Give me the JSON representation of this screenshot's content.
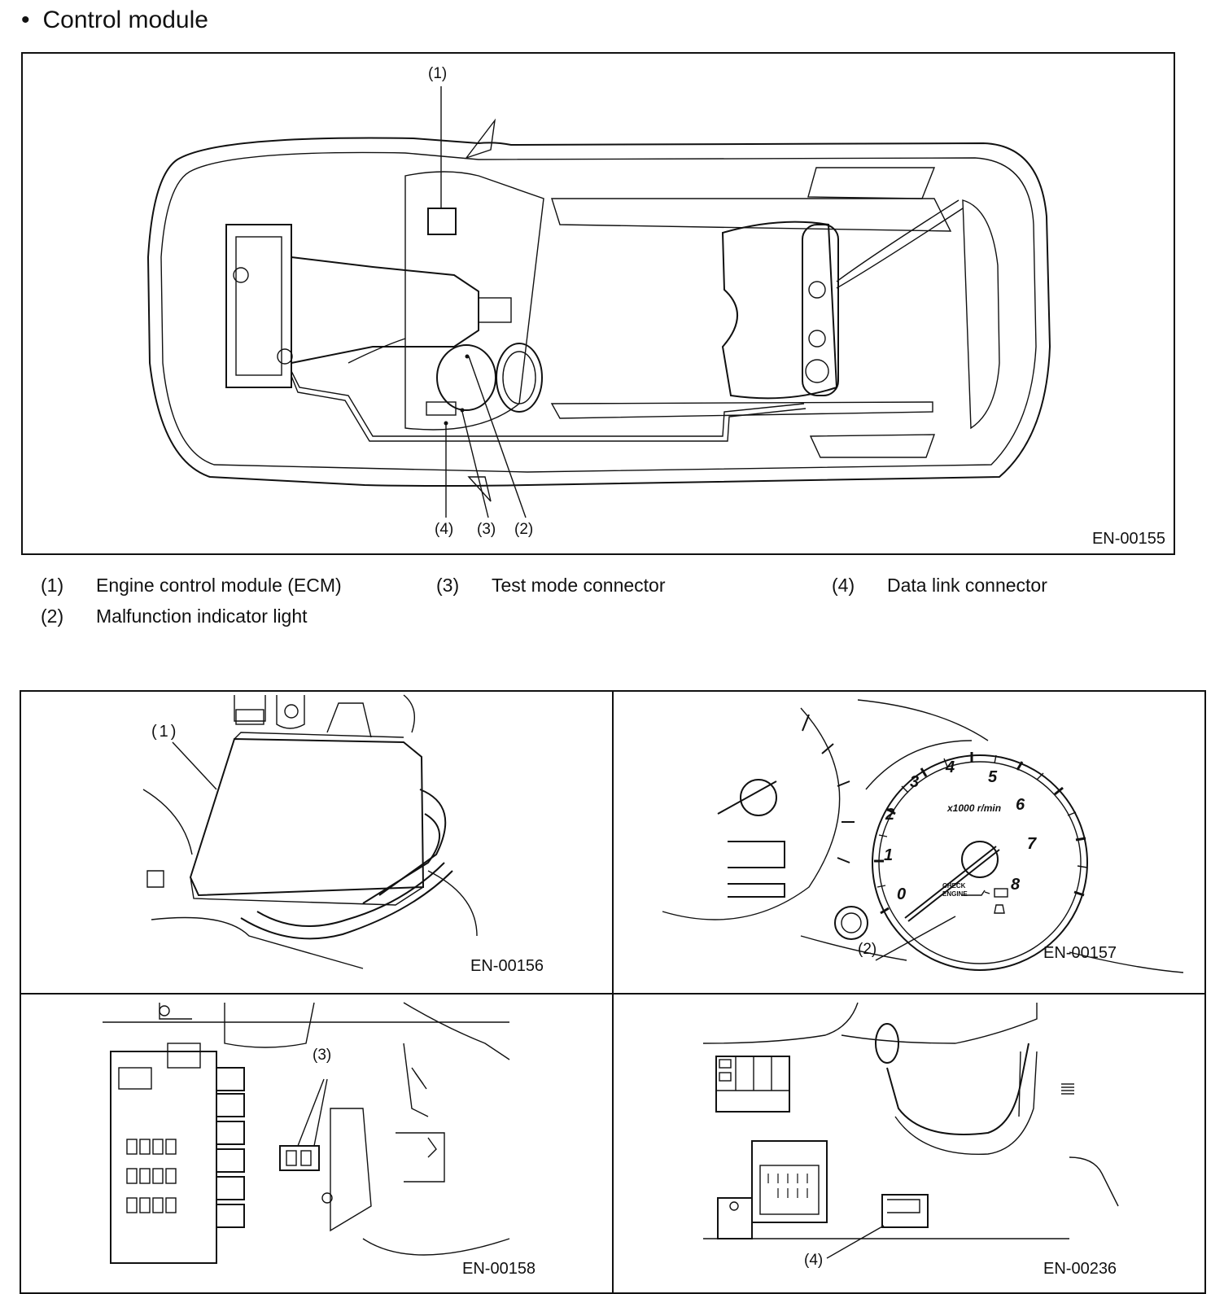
{
  "section": {
    "bullet": "•",
    "title": "Control module"
  },
  "main_figure": {
    "figure_id": "EN-00155",
    "callouts": [
      "(1)",
      "(4)",
      "(3)",
      "(2)"
    ]
  },
  "legend": [
    {
      "num": "(1)",
      "label": "Engine control module (ECM)"
    },
    {
      "num": "(3)",
      "label": "Test mode connector"
    },
    {
      "num": "(4)",
      "label": "Data link connector"
    },
    {
      "num": "(2)",
      "label": "Malfunction indicator light"
    }
  ],
  "sub_figures": [
    {
      "figure_id": "EN-00156",
      "callout": "(1)"
    },
    {
      "figure_id": "EN-00157",
      "callout": "(2)",
      "gauge": {
        "unit_label": "x1000 r/min",
        "ticks": [
          "0",
          "1",
          "2",
          "3",
          "4",
          "5",
          "6",
          "7",
          "8"
        ],
        "warning_text": [
          "CHECK",
          "ENGINE"
        ]
      }
    },
    {
      "figure_id": "EN-00158",
      "callout": "(3)"
    },
    {
      "figure_id": "EN-00236",
      "callout": "(4)"
    }
  ]
}
